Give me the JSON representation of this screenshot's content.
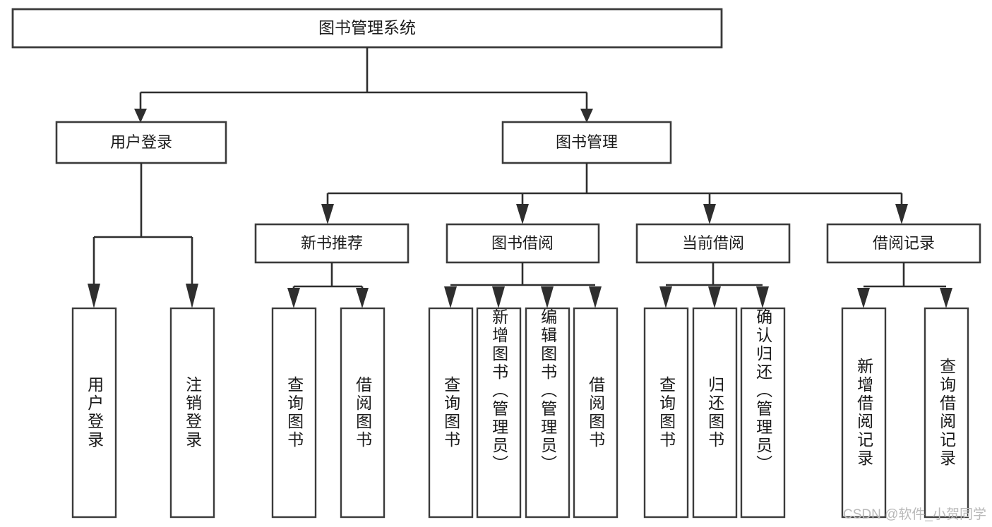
{
  "diagram": {
    "title_node": {
      "label": "图书管理系统"
    },
    "level2": [
      {
        "label": "用户登录"
      },
      {
        "label": "图书管理"
      }
    ],
    "level3": [
      {
        "label": "新书推荐"
      },
      {
        "label": "图书借阅"
      },
      {
        "label": "当前借阅"
      },
      {
        "label": "借阅记录"
      }
    ],
    "leaves": {
      "user_login": [
        {
          "label": "用户登录"
        },
        {
          "label": "注销登录"
        }
      ],
      "new_book_recommend": [
        {
          "label": "查询图书"
        },
        {
          "label": "借阅图书"
        }
      ],
      "book_borrow": [
        {
          "label": "查询图书"
        },
        {
          "label": "新增图书（管理员）"
        },
        {
          "label": "编辑图书（管理员）"
        },
        {
          "label": "借阅图书"
        }
      ],
      "current_borrow": [
        {
          "label": "查询图书"
        },
        {
          "label": "归还图书"
        },
        {
          "label": "确认归还（管理员）"
        }
      ],
      "borrow_record": [
        {
          "label": "新增借阅记录"
        },
        {
          "label": "查询借阅记录"
        }
      ]
    }
  },
  "watermark": {
    "text": "CSDN @软件_小贺同学"
  },
  "colors": {
    "box_stroke": "#3b3b3b",
    "connector": "#2e2e2e",
    "text": "#1b1b1b",
    "background": "#ffffff",
    "watermark": "#b9b9b9"
  }
}
